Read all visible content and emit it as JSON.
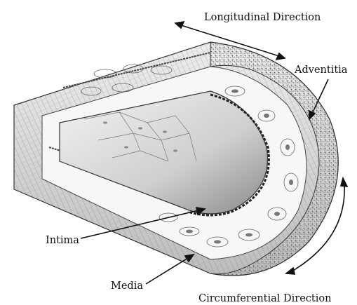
{
  "labels": {
    "longitudinal": "Longitudinal Direction",
    "adventitia": "Adventitia",
    "intima": "Intima",
    "media": "Media",
    "circumferential": "Circumferential Direction"
  }
}
